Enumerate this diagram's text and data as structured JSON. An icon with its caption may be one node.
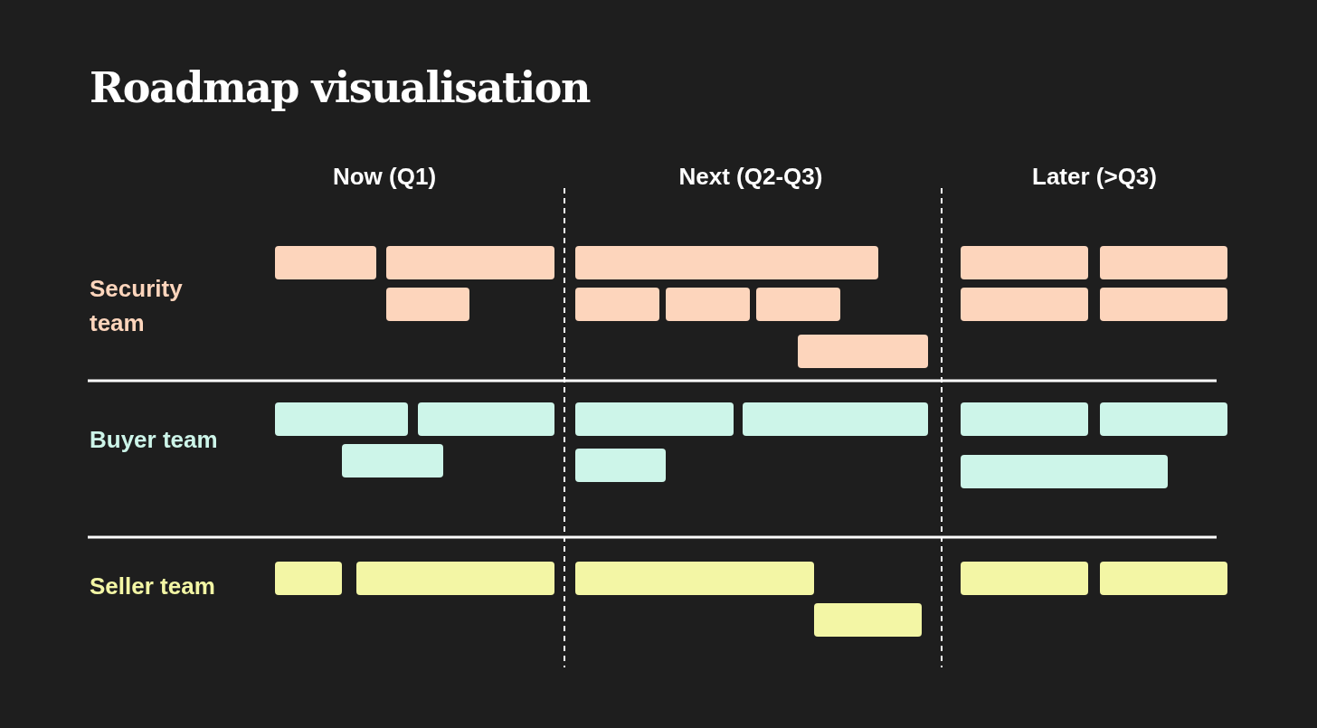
{
  "diagram": {
    "title": "Roadmap visualisation",
    "nodes": [
      {
        "text": [],
        "shape": "bar"
      },
      {
        "text": [],
        "shape": "bar"
      },
      {
        "text": [],
        "shape": "bar"
      },
      {
        "text": [],
        "shape": "bar"
      },
      {
        "text": [],
        "shape": "bar"
      },
      {
        "text": [],
        "shape": "bar"
      },
      {
        "text": [],
        "shape": "bar"
      },
      {
        "text": [],
        "shape": "bar"
      },
      {
        "text": [],
        "shape": "bar"
      },
      {
        "text": [],
        "shape": "bar"
      },
      {
        "text": [],
        "shape": "bar"
      },
      {
        "text": [],
        "shape": "bar"
      },
      {
        "text": [],
        "shape": "bar"
      },
      {
        "text": [],
        "shape": "bar"
      },
      {
        "text": [],
        "shape": "bar"
      },
      {
        "text": [],
        "shape": "bar"
      },
      {
        "text": [],
        "shape": "bar"
      },
      {
        "text": [],
        "shape": "bar"
      },
      {
        "text": [],
        "shape": "bar"
      },
      {
        "text": [],
        "shape": "bar"
      },
      {
        "text": [],
        "shape": "bar"
      },
      {
        "text": [],
        "shape": "bar"
      },
      {
        "text": [],
        "shape": "bar"
      },
      {
        "text": [],
        "shape": "bar"
      },
      {
        "text": [],
        "shape": "bar"
      },
      {
        "text": [],
        "shape": "bar"
      },
      {
        "text": [],
        "shape": "bar"
      }
    ],
    "labels": [
      "Now (Q1)",
      "Next (Q2-Q3)",
      "Later (>Q3)",
      "Security team",
      "Buyer team",
      "Seller team"
    ]
  }
}
